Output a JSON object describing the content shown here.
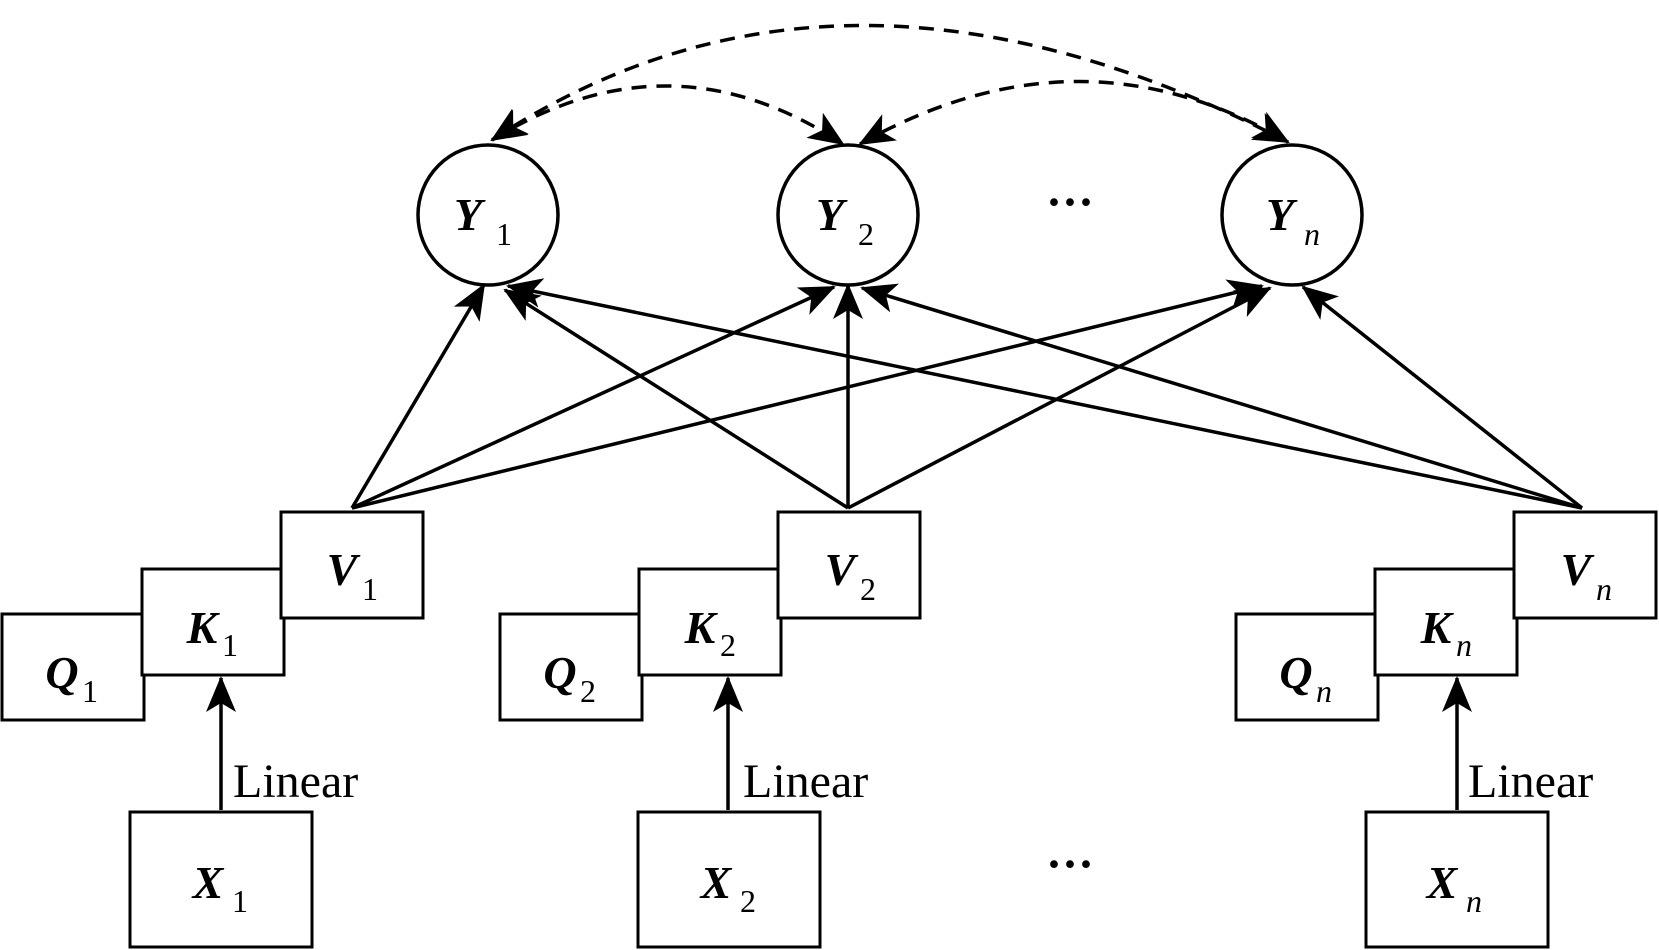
{
  "columns": [
    {
      "id": "col1",
      "x": {
        "sym": "X",
        "sub": "1",
        "sub_italic": false
      },
      "q": {
        "sym": "Q",
        "sub": "1",
        "sub_italic": false
      },
      "k": {
        "sym": "K",
        "sub": "1",
        "sub_italic": false
      },
      "v": {
        "sym": "V",
        "sub": "1",
        "sub_italic": false
      },
      "linear_label": "Linear"
    },
    {
      "id": "col2",
      "x": {
        "sym": "X",
        "sub": "2",
        "sub_italic": false
      },
      "q": {
        "sym": "Q",
        "sub": "2",
        "sub_italic": false
      },
      "k": {
        "sym": "K",
        "sub": "2",
        "sub_italic": false
      },
      "v": {
        "sym": "V",
        "sub": "2",
        "sub_italic": false
      },
      "linear_label": "Linear"
    },
    {
      "id": "coln",
      "x": {
        "sym": "X",
        "sub": "n",
        "sub_italic": true
      },
      "q": {
        "sym": "Q",
        "sub": "n",
        "sub_italic": true
      },
      "k": {
        "sym": "K",
        "sub": "n",
        "sub_italic": true
      },
      "v": {
        "sym": "V",
        "sub": "n",
        "sub_italic": true
      },
      "linear_label": "Linear"
    }
  ],
  "outputs": [
    {
      "sym": "Y",
      "sub": "1",
      "sub_italic": false
    },
    {
      "sym": "Y",
      "sub": "2",
      "sub_italic": false
    },
    {
      "sym": "Y",
      "sub": "n",
      "sub_italic": true
    }
  ],
  "ellipsis_top": "···",
  "ellipsis_bottom": "···",
  "edges": [
    {
      "from": "V1",
      "to": "Y1"
    },
    {
      "from": "V1",
      "to": "Y2"
    },
    {
      "from": "V1",
      "to": "Yn"
    },
    {
      "from": "V2",
      "to": "Y1"
    },
    {
      "from": "V2",
      "to": "Y2"
    },
    {
      "from": "V2",
      "to": "Yn"
    },
    {
      "from": "Vn",
      "to": "Y1"
    },
    {
      "from": "Vn",
      "to": "Y2"
    },
    {
      "from": "Vn",
      "to": "Yn"
    },
    {
      "from": "X1",
      "to": "K1"
    },
    {
      "from": "X2",
      "to": "K2"
    },
    {
      "from": "Xn",
      "to": "Kn"
    }
  ],
  "dashed_edges": [
    {
      "from": "Y1",
      "to": "Y2",
      "bidirectional": true
    },
    {
      "from": "Y2",
      "to": "Yn",
      "bidirectional": true
    },
    {
      "from": "Y1",
      "to": "Yn",
      "bidirectional": true
    }
  ]
}
